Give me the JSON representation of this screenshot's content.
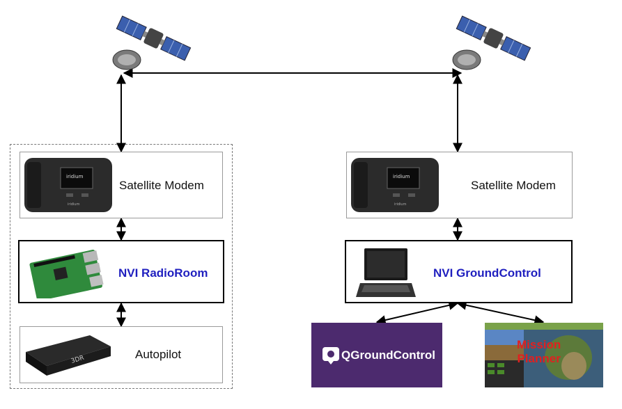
{
  "nodes": {
    "modem_left": {
      "label": "Satellite Modem"
    },
    "radioroom": {
      "label": "NVI RadioRoom"
    },
    "autopilot": {
      "label": "Autopilot"
    },
    "modem_right": {
      "label": "Satellite Modem"
    },
    "groundcontrol": {
      "label": "NVI GroundControl"
    },
    "qgroundcontrol": {
      "label": "QGroundControl"
    },
    "mission_planner": {
      "line1": "Mission",
      "line2": "Planner"
    }
  },
  "colors": {
    "accent_blue": "#1f1fbf",
    "qgc_purple": "#4c2a6e",
    "mission_planner_red": "#e02020"
  },
  "icons": [
    "satellite-icon",
    "satellite-modem-icon",
    "raspberry-pi-icon",
    "autopilot-device-icon",
    "laptop-icon",
    "qgroundcontrol-logo-icon",
    "mission-planner-screenshot-icon"
  ]
}
